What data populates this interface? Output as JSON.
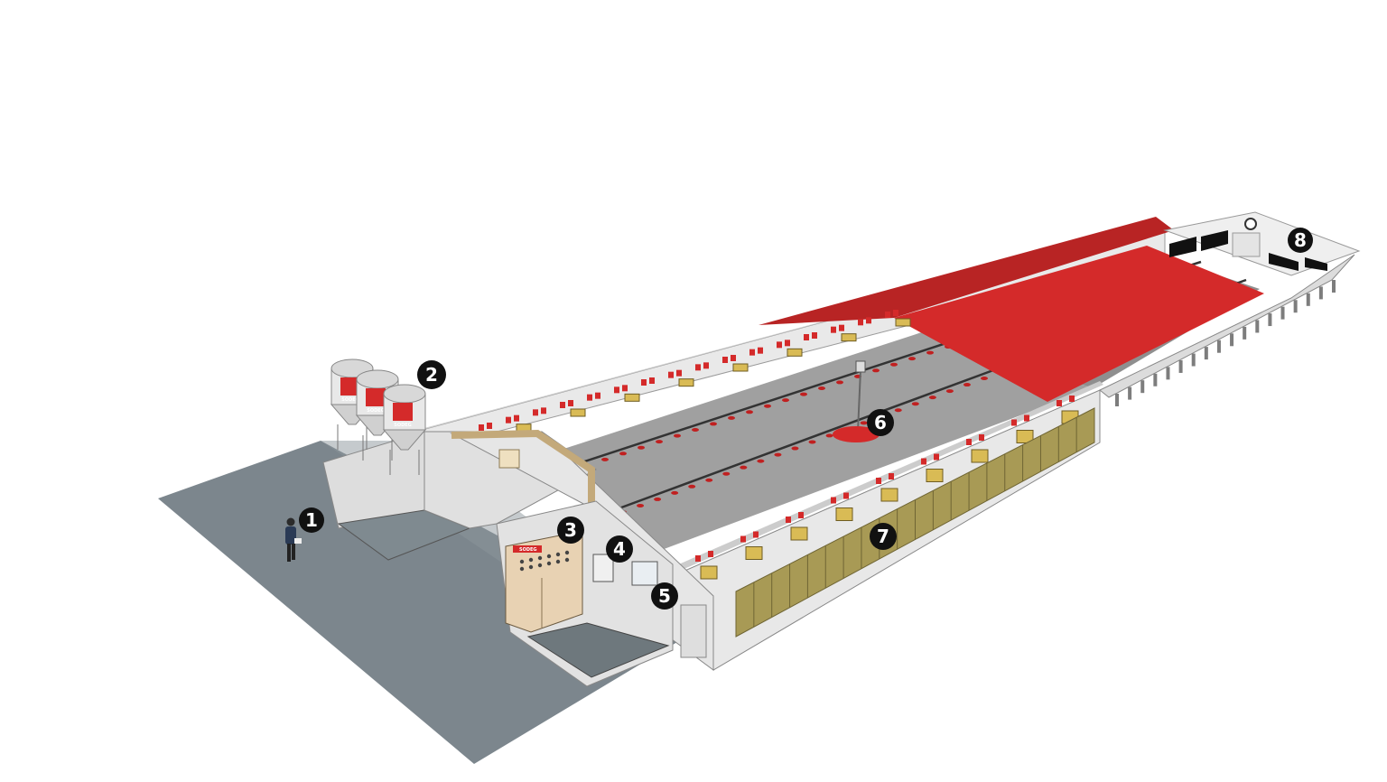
{
  "markers": [
    {
      "id": "1",
      "label": "1"
    },
    {
      "id": "2",
      "label": "2"
    },
    {
      "id": "3",
      "label": "3"
    },
    {
      "id": "4",
      "label": "4"
    },
    {
      "id": "5",
      "label": "5"
    },
    {
      "id": "6",
      "label": "6"
    },
    {
      "id": "7",
      "label": "7"
    },
    {
      "id": "8",
      "label": "8"
    }
  ],
  "silo_logo_text": "SODEG",
  "control_panel_logo_text": "SODEG",
  "colors": {
    "roof": "#d42a2a",
    "ground": "#7c868d",
    "wall": "#e6e6e6",
    "floor": "#9a9a9a",
    "cooling_pad": "#a89a55",
    "window": "#d9bb55",
    "panel": "#e8d2b3",
    "marker": "#111111"
  },
  "icons": [
    "person-figure",
    "feed-silo",
    "control-cabinet",
    "heater",
    "exhaust-fan",
    "window",
    "cooling-pad"
  ]
}
